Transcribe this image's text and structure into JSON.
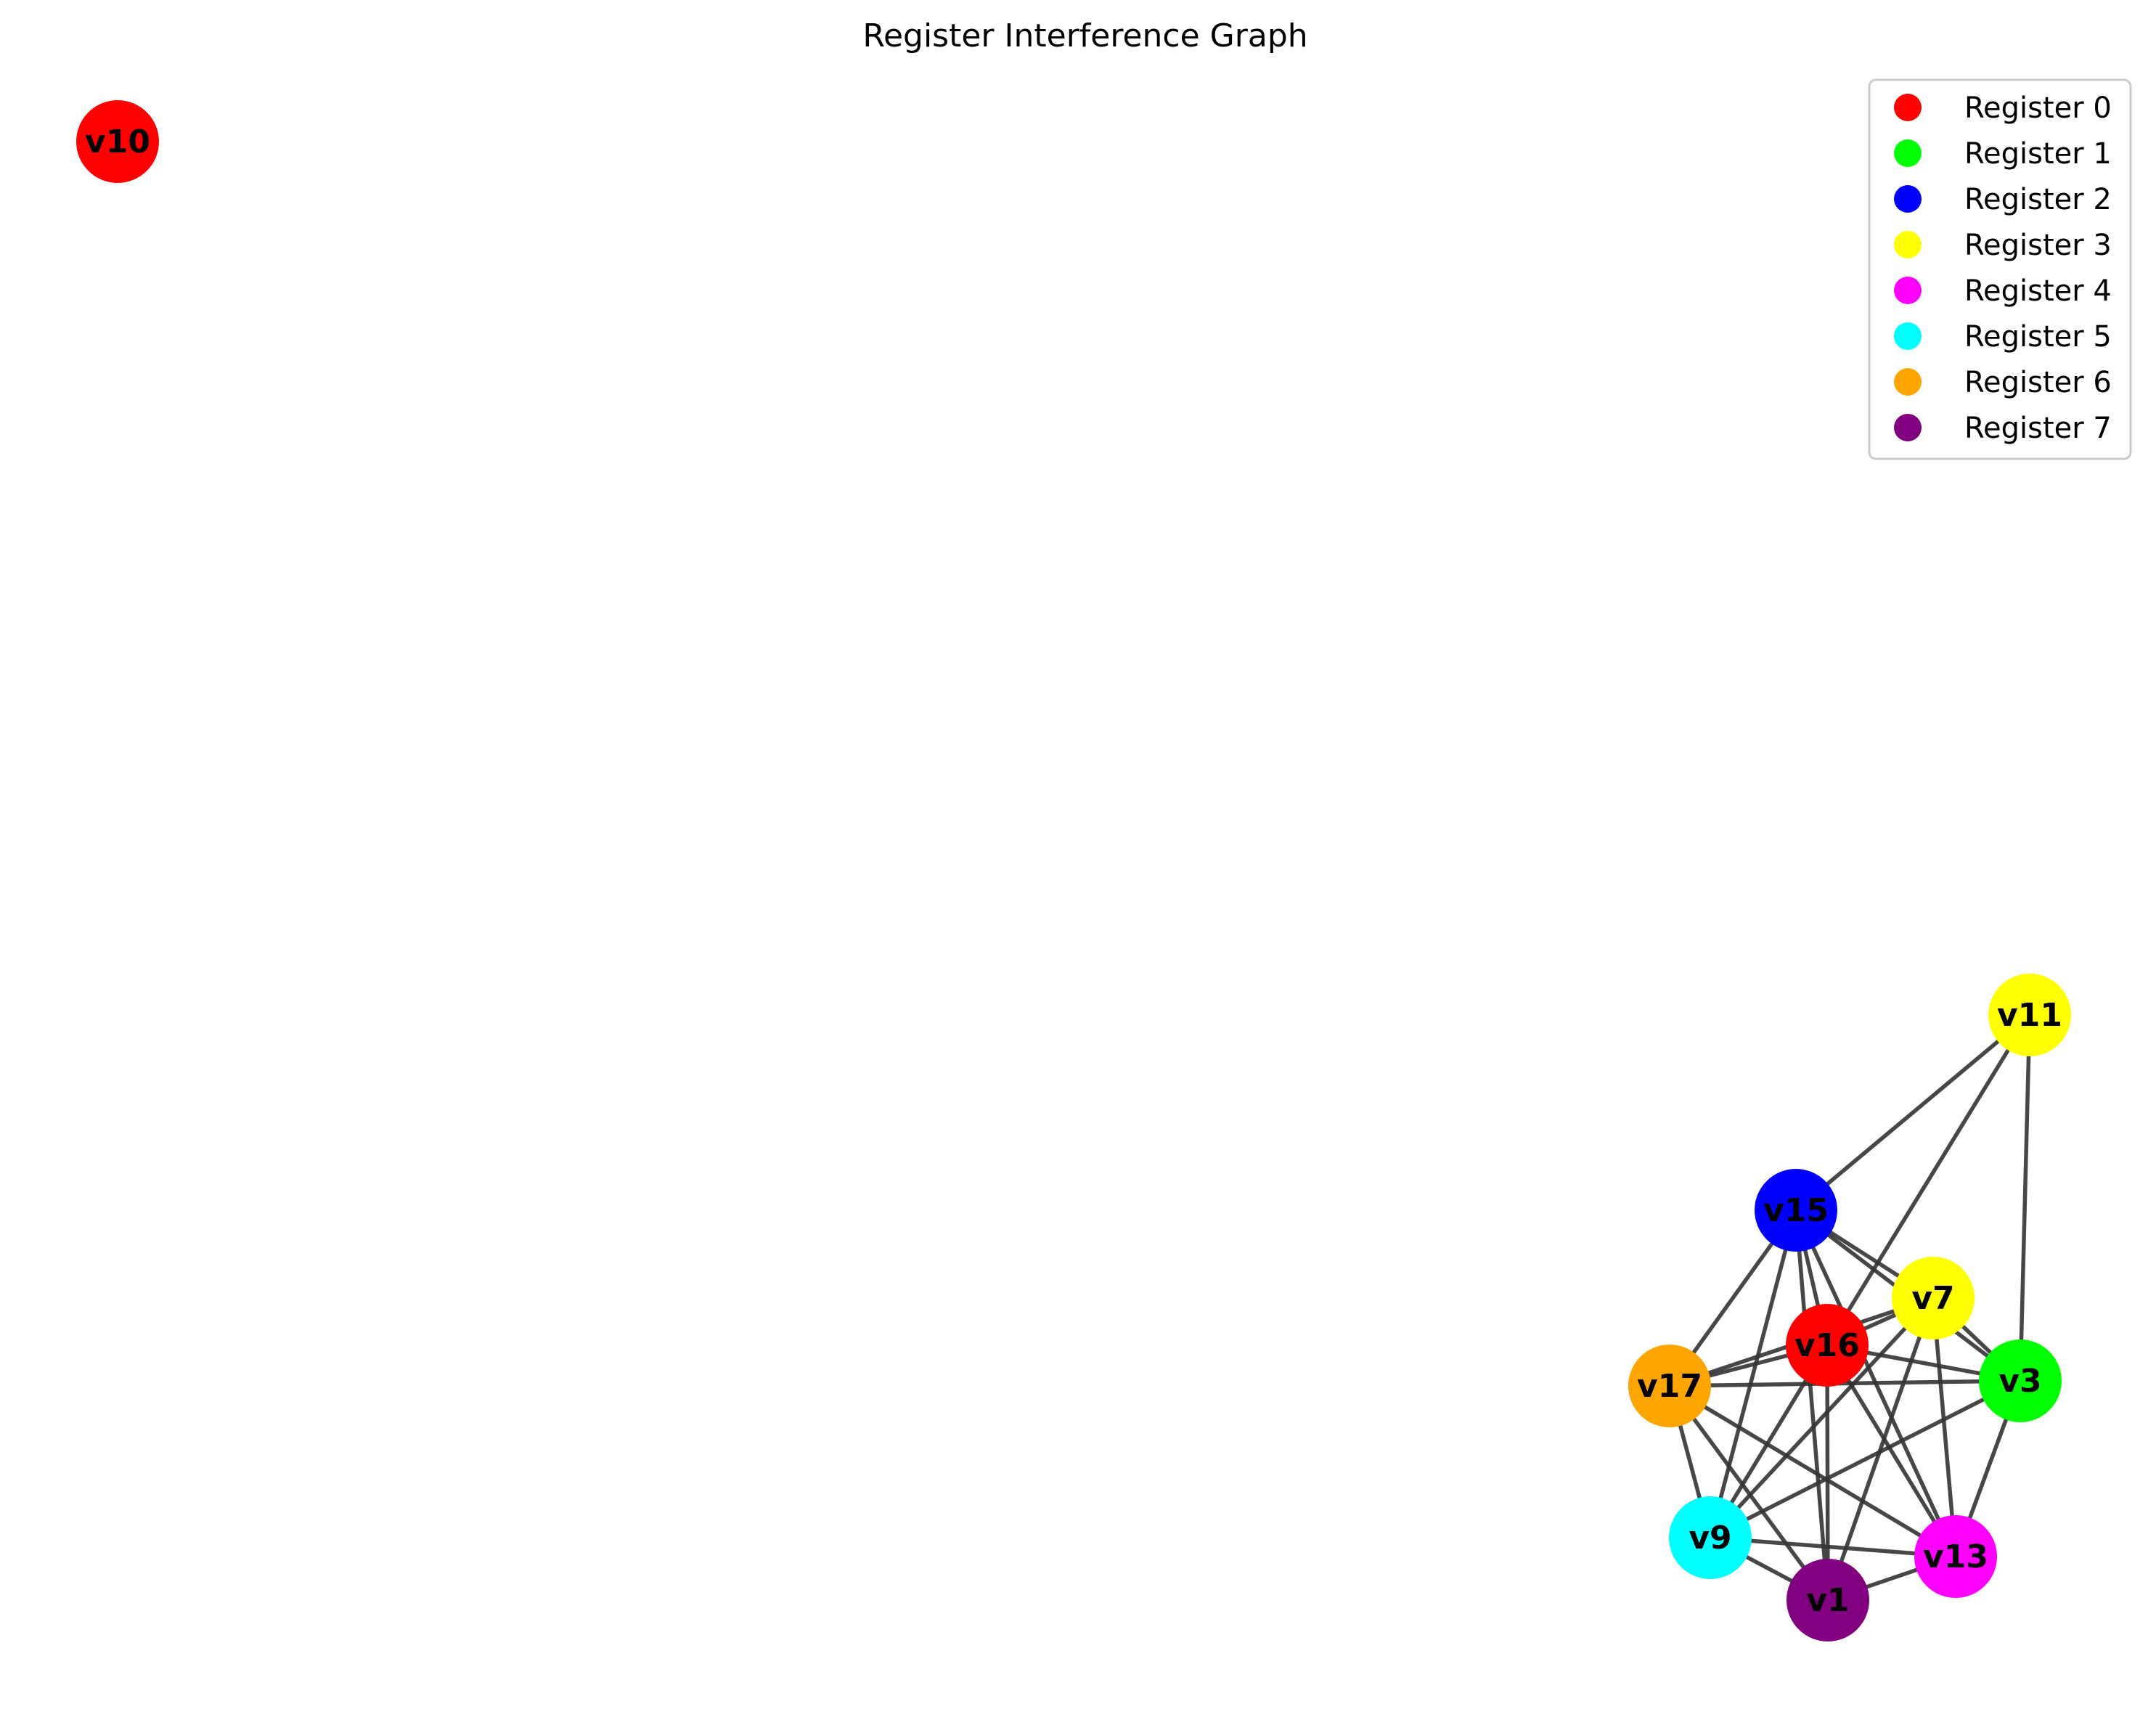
{
  "title": "Register Interference Graph",
  "legend": [
    {
      "label": "Register 0",
      "color": "#ff0000"
    },
    {
      "label": "Register 1",
      "color": "#00ff00"
    },
    {
      "label": "Register 2",
      "color": "#0000ff"
    },
    {
      "label": "Register 3",
      "color": "#ffff00"
    },
    {
      "label": "Register 4",
      "color": "#ff00ff"
    },
    {
      "label": "Register 5",
      "color": "#00ffff"
    },
    {
      "label": "Register 6",
      "color": "#ffa500"
    },
    {
      "label": "Register 7",
      "color": "#800080"
    }
  ],
  "nodes": [
    {
      "id": "v10",
      "register": 0
    },
    {
      "id": "v11",
      "register": 3
    },
    {
      "id": "v15",
      "register": 2
    },
    {
      "id": "v7",
      "register": 3
    },
    {
      "id": "v16",
      "register": 0
    },
    {
      "id": "v3",
      "register": 1
    },
    {
      "id": "v17",
      "register": 6
    },
    {
      "id": "v9",
      "register": 5
    },
    {
      "id": "v13",
      "register": 4
    },
    {
      "id": "v1",
      "register": 7
    }
  ],
  "edges": [
    [
      "v11",
      "v15"
    ],
    [
      "v11",
      "v16"
    ],
    [
      "v11",
      "v3"
    ],
    [
      "v15",
      "v7"
    ],
    [
      "v15",
      "v16"
    ],
    [
      "v15",
      "v3"
    ],
    [
      "v15",
      "v17"
    ],
    [
      "v15",
      "v9"
    ],
    [
      "v15",
      "v13"
    ],
    [
      "v15",
      "v1"
    ],
    [
      "v7",
      "v16"
    ],
    [
      "v7",
      "v3"
    ],
    [
      "v7",
      "v17"
    ],
    [
      "v7",
      "v9"
    ],
    [
      "v7",
      "v13"
    ],
    [
      "v7",
      "v1"
    ],
    [
      "v16",
      "v3"
    ],
    [
      "v16",
      "v17"
    ],
    [
      "v16",
      "v9"
    ],
    [
      "v16",
      "v13"
    ],
    [
      "v16",
      "v1"
    ],
    [
      "v3",
      "v17"
    ],
    [
      "v3",
      "v9"
    ],
    [
      "v3",
      "v13"
    ],
    [
      "v17",
      "v9"
    ],
    [
      "v17",
      "v13"
    ],
    [
      "v17",
      "v1"
    ],
    [
      "v9",
      "v13"
    ],
    [
      "v9",
      "v1"
    ],
    [
      "v13",
      "v1"
    ]
  ]
}
